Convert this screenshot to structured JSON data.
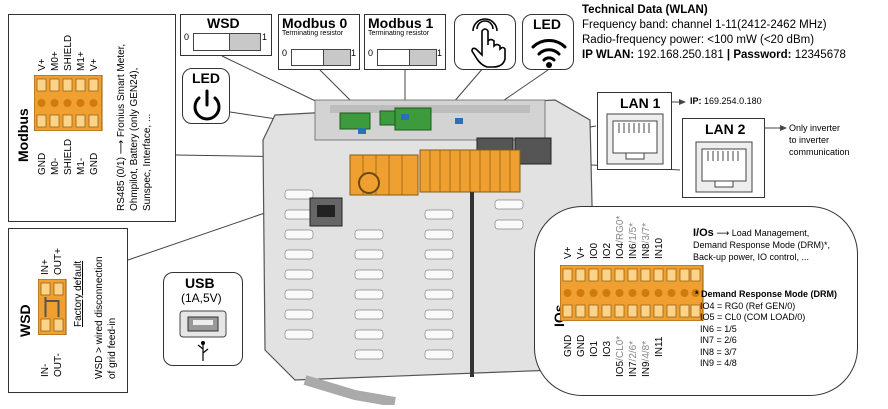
{
  "tech": {
    "title": "Technical Data (WLAN)",
    "line1": "Frequency band: channel 1-11(2412-2462 MHz)",
    "line2": "Radio-frequency power: <100 mW (<20 dBm)",
    "ip_label": "IP WLAN:",
    "ip_value": "192.168.250.181",
    "sep": "|",
    "pw_label": "Password:",
    "pw_value": "12345678"
  },
  "wsd_top": {
    "title": "WSD",
    "left": "0",
    "right": "1"
  },
  "modbus0": {
    "title": "Modbus 0",
    "sub": "Terminating resistor",
    "left": "0",
    "right": "1"
  },
  "modbus1": {
    "title": "Modbus 1",
    "sub": "Terminating resistor",
    "left": "0",
    "right": "1"
  },
  "led_top": {
    "title": "LED"
  },
  "led_left": {
    "title": "LED"
  },
  "lan1": {
    "title": "LAN 1",
    "ip_label": "IP:",
    "ip_value": "169.254.0.180"
  },
  "lan2": {
    "title": "LAN 2",
    "note1": "Only inverter",
    "note2": "to inverter",
    "note3": "communication"
  },
  "usb": {
    "title": "USB",
    "spec": "(1A,5V)"
  },
  "modbus": {
    "title": "Modbus",
    "top_pins": [
      "V+",
      "M0+",
      "SHIELD",
      "M1+",
      "V+"
    ],
    "bottom_pins": [
      "GND",
      "M0-",
      "SHIELD",
      "M1-",
      "GND"
    ],
    "desc1": "RS485 (0/1)",
    "desc1b": "Fronius Smart Meter,",
    "desc2": "Ohmpilot, Battery (only GEN24),",
    "desc3": "Sunspec, Interface, ..."
  },
  "wsd_left": {
    "title": "WSD",
    "top_pins": [
      "IN+",
      "OUT+"
    ],
    "bottom_pins": [
      "IN-",
      "OUT-"
    ],
    "factory": "Factory default",
    "desc1": "WSD > wired disconnection",
    "desc2": "of grid feed-in"
  },
  "ios": {
    "title": "IOs",
    "top_pins": [
      "V+",
      "V+",
      "IO0",
      "IO2",
      "IO4",
      "RG0",
      "IN6",
      "1/5",
      "IN8",
      "3/7",
      "IN10"
    ],
    "bottom_pins": [
      "GND",
      "GND",
      "IO1",
      "IO3",
      "IO5",
      "CL0",
      "IN7",
      "2/6",
      "IN9",
      "4/8",
      "IN11"
    ],
    "headline": "I/Os",
    "headline_rest": "Load Management,",
    "line2": "Demand Response Mode (DRM)*,",
    "line3": "Back-up power, IO control, ...",
    "drm_title": "* Demand Response Mode (DRM)",
    "drm_items": [
      "IO4 = RG0 (Ref GEN/0)",
      "IO5 = CL0 (COM LOAD/0)",
      "IN6 = 1/5",
      "IN7 = 2/6",
      "IN8 = 3/7",
      "IN9 = 4/8"
    ]
  }
}
